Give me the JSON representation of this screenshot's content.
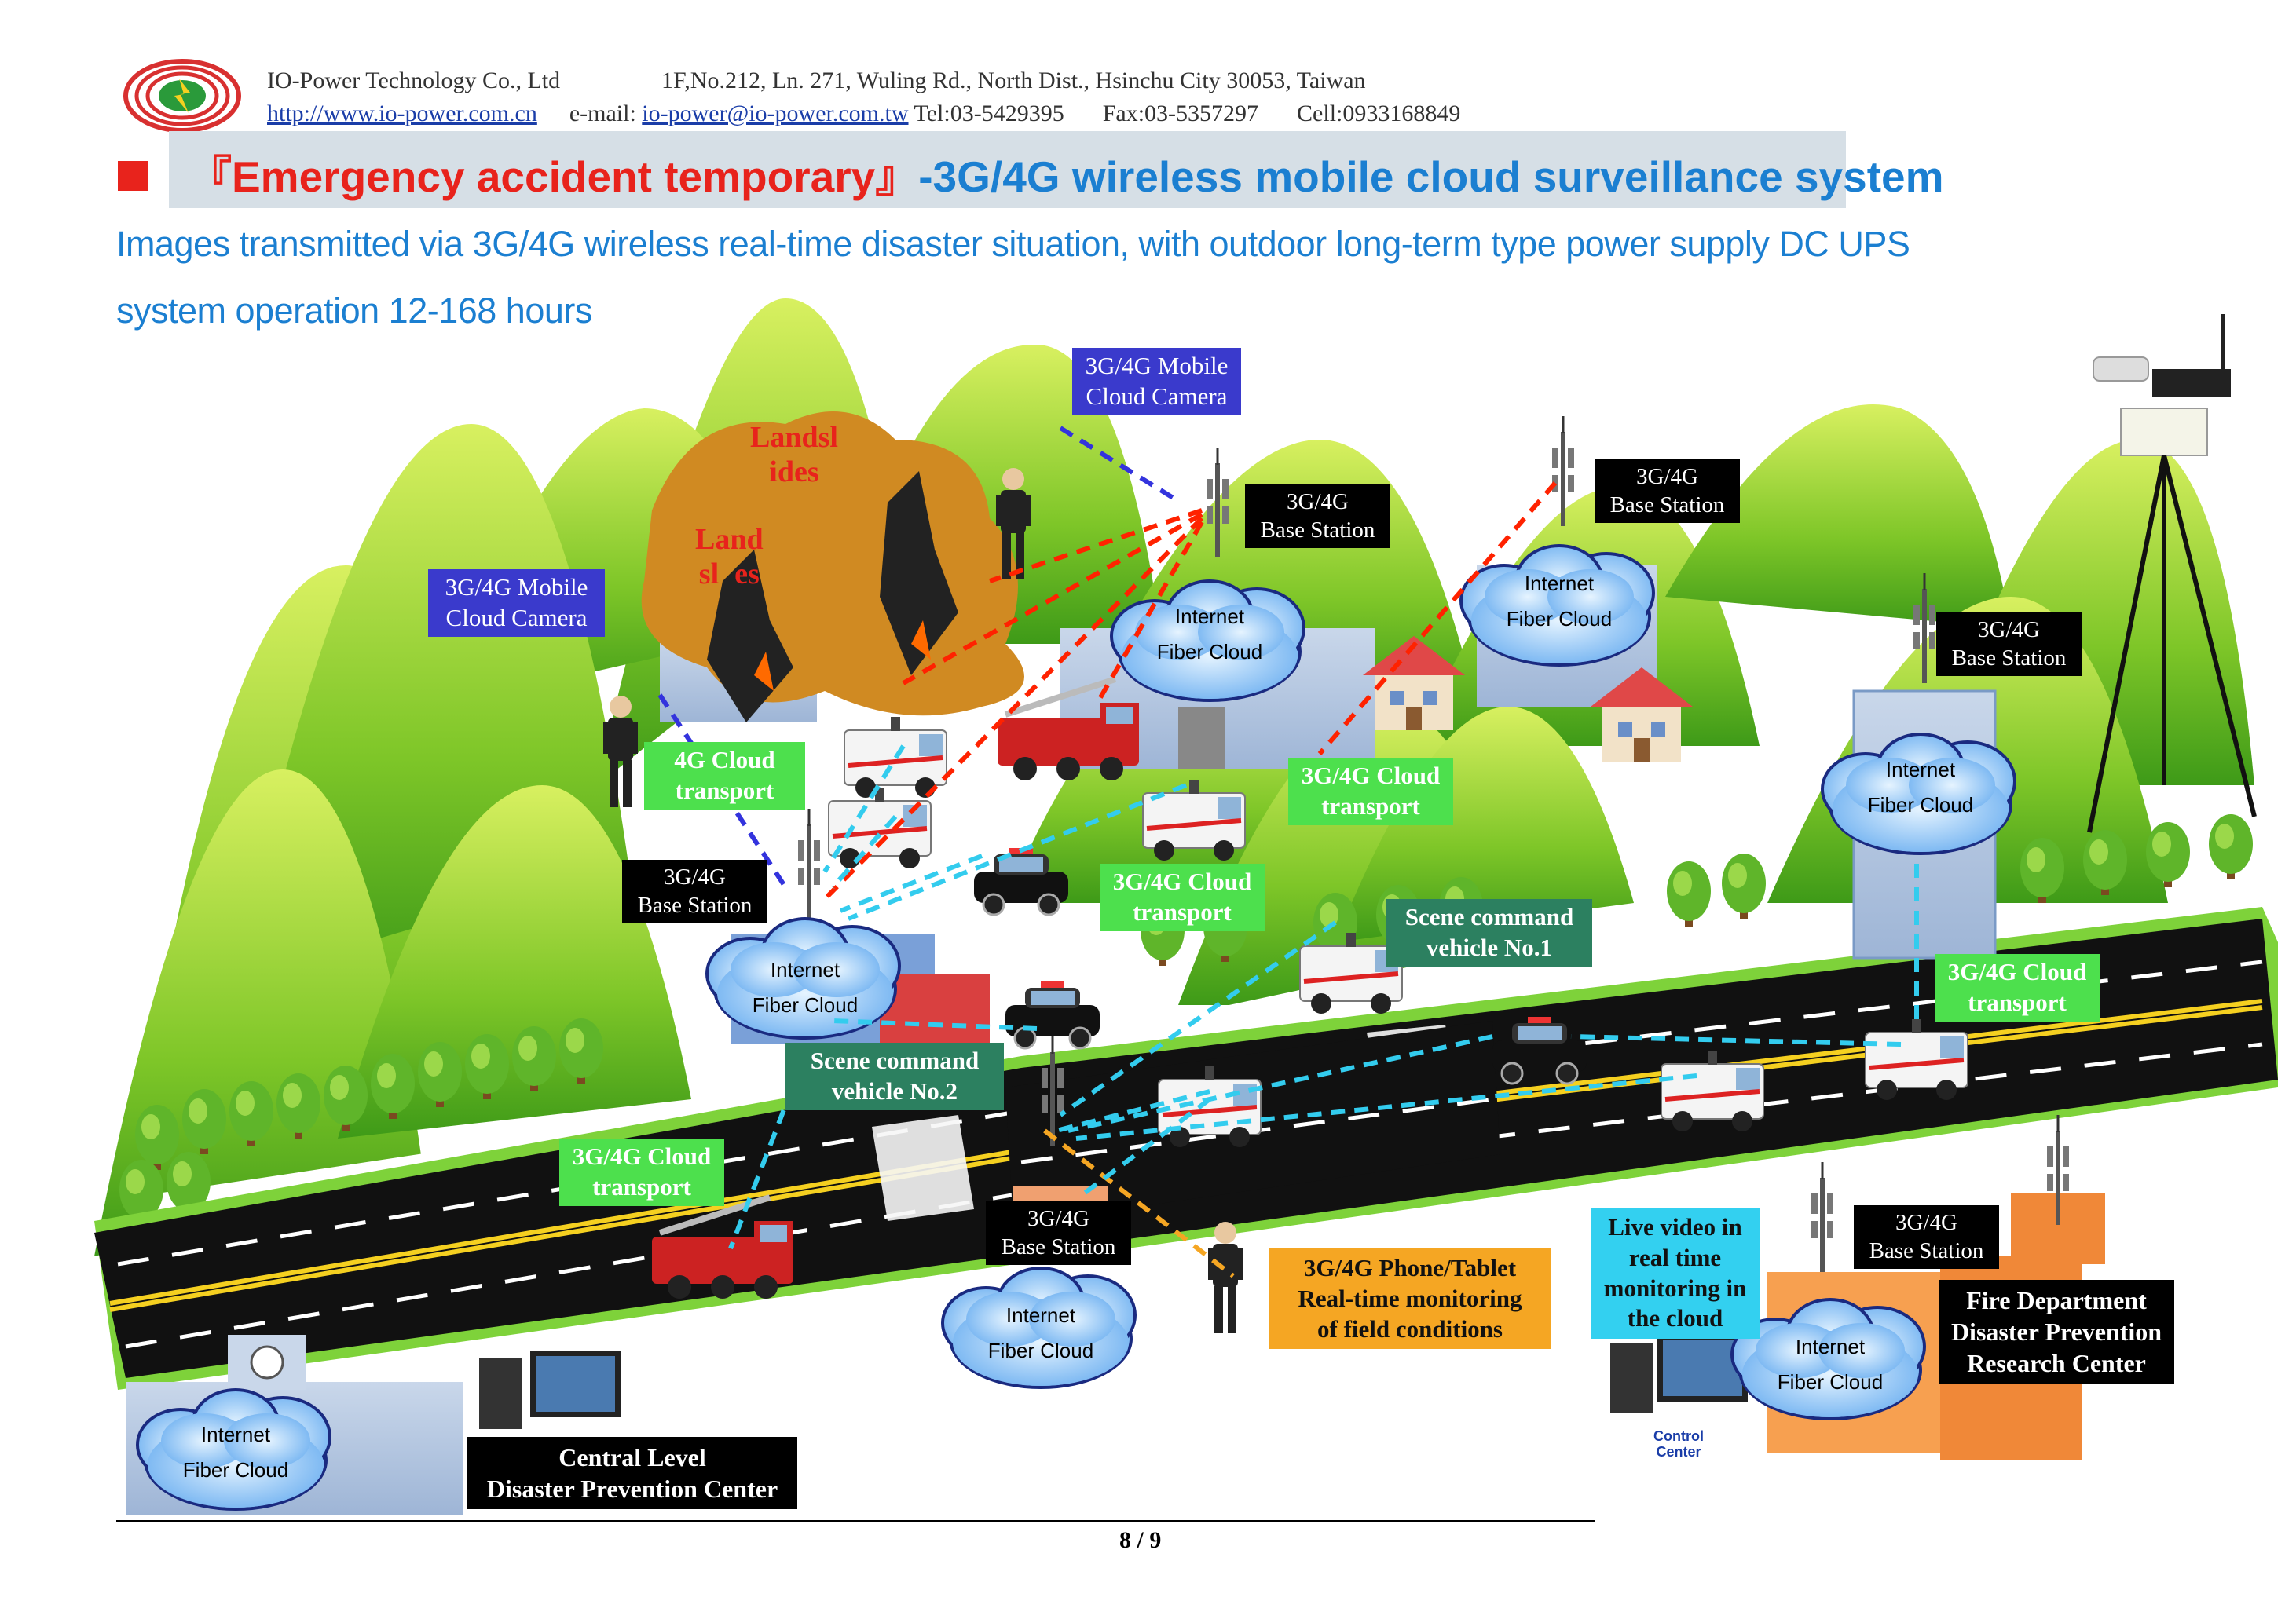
{
  "header": {
    "company": "IO-Power Technology Co., Ltd",
    "address": "1F,No.212, Ln. 271, Wuling Rd., North Dist., Hsinchu City 30053, Taiwan",
    "website": "http://www.io-power.com.cn",
    "email_label": "e-mail:",
    "email": "io-power@io-power.com.tw",
    "tel": "Tel:03-5429395",
    "fax": "Fax:03-5357297",
    "cell": "Cell:0933168849"
  },
  "title": {
    "red_part": "『Emergency accident temporary』",
    "blue_part": "-3G/4G wireless mobile cloud surveillance system"
  },
  "subtitle": {
    "line1": "Images transmitted via 3G/4G wireless real-time disaster situation, with outdoor long-term type power supply DC UPS",
    "line2": "system operation 12-168 hours"
  },
  "labels": {
    "camera_top": [
      "3G/4G Mobile",
      "Cloud Camera"
    ],
    "camera_left": [
      "3G/4G Mobile",
      "Cloud Camera"
    ],
    "bs_top": [
      "3G/4G",
      "Base Station"
    ],
    "bs_topright": [
      "3G/4G",
      "Base Station"
    ],
    "bs_right": [
      "3G/4G",
      "Base Station"
    ],
    "bs_left": [
      "3G/4G",
      "Base Station"
    ],
    "bs_bottom": [
      "3G/4G",
      "Base Station"
    ],
    "bs_bottomright": [
      "3G/4G",
      "Base Station"
    ],
    "transport_left": [
      "4G Cloud",
      "transport"
    ],
    "transport_center": [
      "3G/4G Cloud",
      "transport"
    ],
    "transport_middle": [
      "3G/4G Cloud",
      "transport"
    ],
    "transport_right": [
      "3G/4G Cloud",
      "transport"
    ],
    "transport_bottomleft": [
      "3G/4G Cloud",
      "transport"
    ],
    "cmd1": [
      "Scene command",
      "vehicle No.1"
    ],
    "cmd2": [
      "Scene command",
      "vehicle No.2"
    ],
    "phone": [
      "3G/4G Phone/Tablet",
      "Real-time monitoring",
      "of field conditions"
    ],
    "live": [
      "Live video in",
      "real time",
      "monitoring in",
      "the cloud"
    ],
    "central": [
      "Central Level",
      "Disaster Prevention Center"
    ],
    "fire": [
      "Fire Department",
      "Disaster Prevention",
      "Research Center"
    ],
    "landslide1": [
      "Landsl",
      "ides"
    ],
    "landslide2": [
      "Land",
      "sl",
      "es"
    ],
    "cloud_line1": "Internet",
    "cloud_line2": "Fiber Cloud",
    "control_center": [
      "Control",
      "Center"
    ]
  },
  "footer": {
    "page": "8 / 9"
  },
  "colors": {
    "title_red": "#e8231c",
    "title_blue": "#1b7fd1",
    "base_station": "#000000",
    "camera": "#3a3acc",
    "transport": "#4de04d",
    "command": "#2c8060",
    "phone": "#f5a623",
    "live": "#33d0f0",
    "link_cyan": "#33ccee",
    "link_red": "#ff2200",
    "link_blue": "#3333dd",
    "link_orange": "#f5a623"
  }
}
